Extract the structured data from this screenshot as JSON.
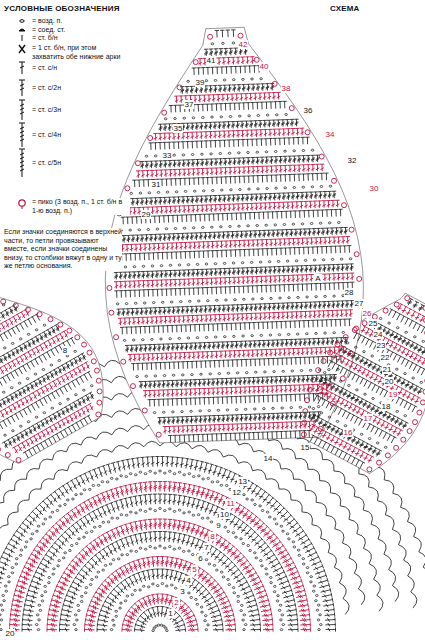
{
  "diagram": {
    "title": "СХЕМА",
    "labels": [
      "УСЛОВНЫЕ ОБОЗНАЧЕНИЯ",
      "Если значки соединяются в верхней части, то петли провязывают вместе, если значки соединены внизу, то столбики вяжут в одну и ту же петлю основания.",
      "1",
      "2",
      "3",
      "4",
      "5",
      "6",
      "7",
      "8",
      "9",
      "10",
      "11",
      "12",
      "13",
      "14",
      "15",
      "16",
      "17",
      "18",
      "19",
      "20",
      "21",
      "22",
      "23",
      "24",
      "25",
      "26",
      "27",
      "28",
      "29",
      "30",
      "31",
      "32",
      "33",
      "34",
      "35",
      "36",
      "37",
      "38",
      "39",
      "40",
      "41",
      "42",
      "8",
      "A",
      "20"
    ],
    "legend": [
      {
        "text": "= возд. п."
      },
      {
        "text": "= соед. ст."
      },
      {
        "text": "= ст. б/н"
      },
      {
        "text": "= 1 ст. б/н, при этом захватить обе нижние арки"
      },
      {
        "text": "= ст. с/н"
      },
      {
        "text": "= ст. с/2н"
      },
      {
        "text": "= ст. с/3н"
      },
      {
        "text": "= ст. с/4н"
      },
      {
        "text": "= ст. с/5н"
      },
      {
        "text": "= пико (3 возд. п., 1 ст. б/н в 1-ю возд. п.)"
      }
    ]
  }
}
